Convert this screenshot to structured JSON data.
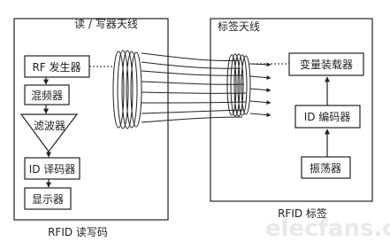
{
  "reader": {
    "antenna_title": "读 / 写器天线",
    "caption": "RFID 读写码",
    "blocks": {
      "rf_generator": "RF 发生器",
      "mixer": "混频器",
      "filter": "滤波器",
      "decoder": "ID 译码器",
      "display": "显示器"
    }
  },
  "tag": {
    "antenna_title": "标签天线",
    "caption": "RFID 标签",
    "blocks": {
      "variable_loader": "变量装载器",
      "encoder": "ID 编码器",
      "oscillator": "振荡器"
    }
  },
  "watermark": "elecfans.com",
  "colors": {
    "line": "#222222",
    "background": "#ffffff"
  }
}
